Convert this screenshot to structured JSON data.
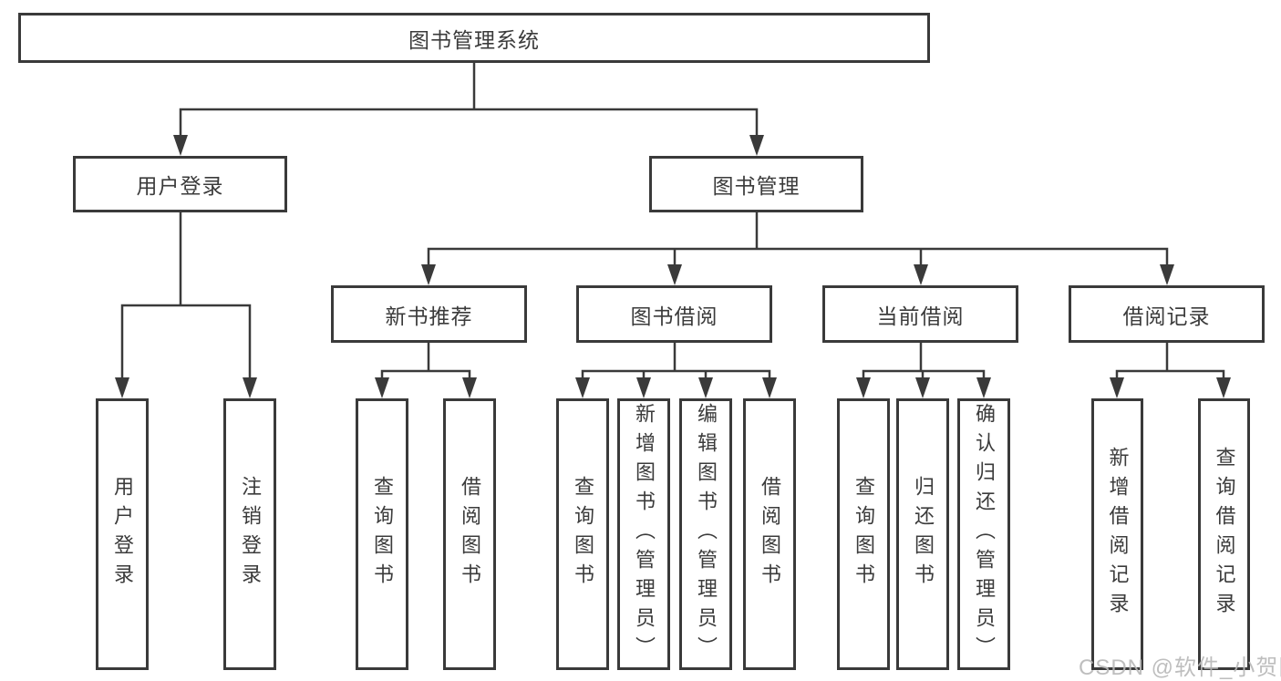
{
  "colors": {
    "line": "#3a3a3a",
    "node_border": "#3a3a3a",
    "node_text": "#3b3b3b",
    "background": "#ffffff",
    "watermark_text": "#b8b8b8"
  },
  "tree": {
    "root": {
      "label": "图书管理系统"
    },
    "branches": [
      {
        "label": "用户登录",
        "children": [
          {
            "label": "用户登录"
          },
          {
            "label": "注销登录"
          }
        ]
      },
      {
        "label": "图书管理",
        "groups": [
          {
            "label": "新书推荐",
            "children": [
              {
                "label": "查询图书"
              },
              {
                "label": "借阅图书"
              }
            ]
          },
          {
            "label": "图书借阅",
            "children": [
              {
                "label": "查询图书"
              },
              {
                "label": "新增图书（管理员）"
              },
              {
                "label": "编辑图书（管理员）"
              },
              {
                "label": "借阅图书"
              }
            ]
          },
          {
            "label": "当前借阅",
            "children": [
              {
                "label": "查询图书"
              },
              {
                "label": "归还图书"
              },
              {
                "label": "确认归还（管理员）"
              }
            ]
          },
          {
            "label": "借阅记录",
            "children": [
              {
                "label": "新增借阅记录"
              },
              {
                "label": "查询借阅记录"
              }
            ]
          }
        ]
      }
    ]
  },
  "watermark": {
    "text": "CSDN @软件_小贺同学"
  }
}
